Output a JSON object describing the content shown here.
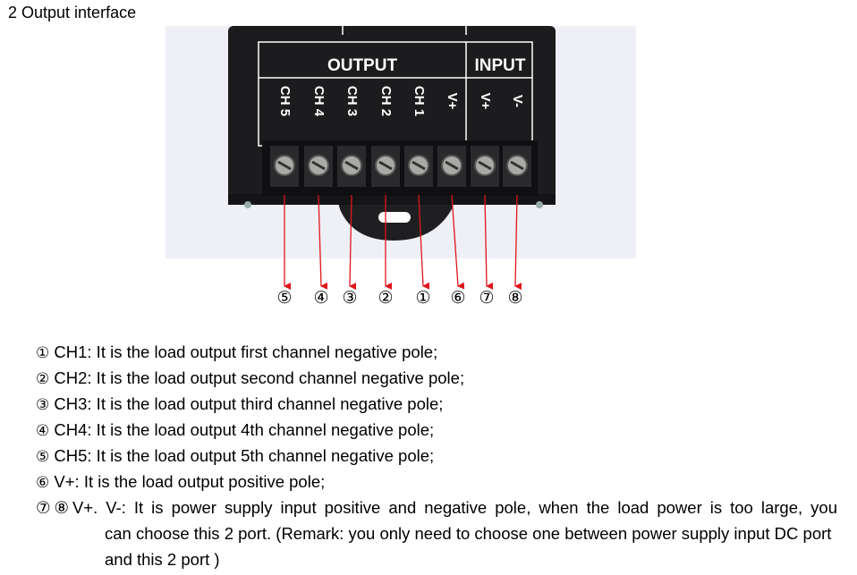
{
  "heading": "2 Output interface",
  "device": {
    "output_label": "OUTPUT",
    "input_label": "INPUT",
    "terminal_labels": [
      "CH 5",
      "CH 4",
      "CH 3",
      "CH 2",
      "CH 1",
      "V+",
      "V+",
      "V-"
    ]
  },
  "markers": [
    "⑤",
    "④",
    "③",
    "②",
    "①",
    "⑥",
    "⑦",
    "⑧"
  ],
  "descriptions": [
    {
      "num": "①",
      "text": " CH1: It is the load output first channel negative pole;"
    },
    {
      "num": "②",
      "text": " CH2: It is the load output second channel negative pole;"
    },
    {
      "num": "③",
      "text": " CH3: It is the load output third channel negative pole;"
    },
    {
      "num": "④",
      "text": " CH4: It is the load output 4th channel negative pole;"
    },
    {
      "num": "⑤",
      "text": " CH5: It is the load output 5th channel negative pole;"
    },
    {
      "num": "⑥",
      "text": " V+: It is the load output positive pole;"
    }
  ],
  "last_description": {
    "num": "⑦⑧",
    "first_line": "V+. V-: It is power supply input positive and negative pole, when the load power is too large, you",
    "continuation": "can choose this 2 port. (Remark: you only need to choose one between power supply input DC port and this 2 port )"
  },
  "colors": {
    "arrow": "#e0151b",
    "device_body": "#1c1c1e",
    "photo_bg": "#eef0f6"
  }
}
